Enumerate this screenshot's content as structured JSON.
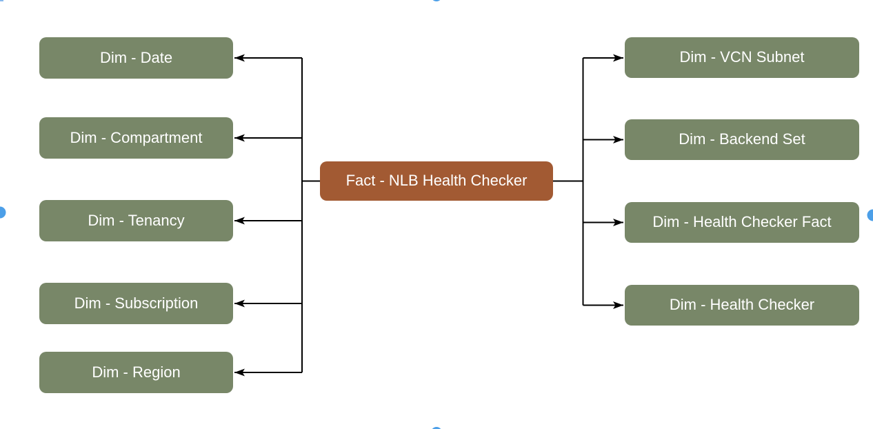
{
  "colors": {
    "dimension_fill": "#788768",
    "fact_fill": "#A25A33",
    "node_text": "#ffffff",
    "connector": "#000000",
    "connection_dot": "#4C9FE8",
    "canvas_bg": "#ffffff"
  },
  "fact": {
    "label": "Fact - NLB Health Checker"
  },
  "left_dimensions": [
    {
      "label": "Dim - Date"
    },
    {
      "label": "Dim - Compartment"
    },
    {
      "label": "Dim - Tenancy"
    },
    {
      "label": "Dim - Subscription"
    },
    {
      "label": "Dim - Region"
    }
  ],
  "right_dimensions": [
    {
      "label": "Dim - VCN Subnet"
    },
    {
      "label": "Dim - Backend Set"
    },
    {
      "label": "Dim - Health Checker Fact"
    },
    {
      "label": "Dim - Health Checker"
    }
  ]
}
